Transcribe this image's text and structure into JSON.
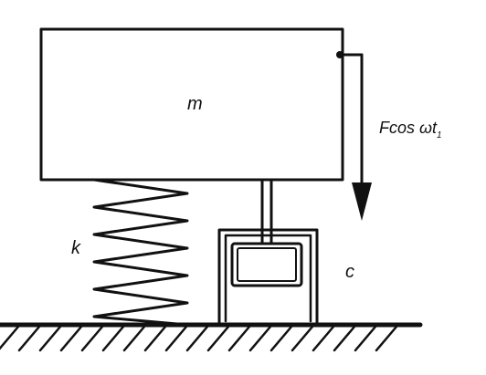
{
  "labels": {
    "mass": "m",
    "spring": "k",
    "damper": "c",
    "force_main": "Fcos ωt",
    "force_subscript": "1"
  }
}
